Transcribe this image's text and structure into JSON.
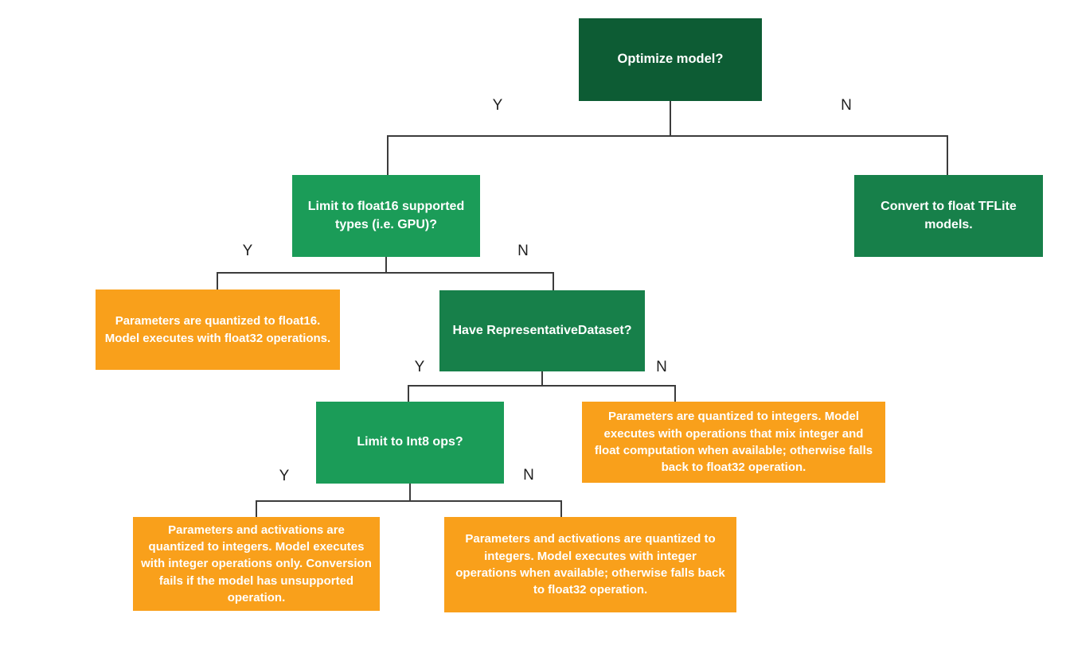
{
  "diagram": {
    "type": "decision-tree",
    "background": "#ffffff",
    "colors": {
      "question_dark_green": "#0d5c34",
      "question_medium_green": "#17804a",
      "question_light_green": "#1b9c58",
      "result_orange": "#f9a01b",
      "connector_line": "#3c3c3c",
      "node_text": "#ffffff",
      "branch_label_text": "#1f1f1f"
    },
    "nodes": {
      "optimize": {
        "label": "Optimize model?"
      },
      "float16": {
        "label": "Limit to float16 supported types (i.e. GPU)?"
      },
      "convert_float": {
        "label": "Convert to float TFLite models."
      },
      "float16_result": {
        "label": "Parameters are quantized to float16. Model executes with float32 operations."
      },
      "rep_dataset": {
        "label": "Have RepresentativeDataset?"
      },
      "int8": {
        "label": "Limit to Int8 ops?"
      },
      "dynamic_range_result": {
        "label": "Parameters are quantized to integers. Model executes with operations that mix integer and float computation when available; otherwise falls back to float32 operation."
      },
      "full_int_result": {
        "label": "Parameters and activations are quantized to integers. Model executes with integer operations only. Conversion fails if the model has unsupported operation."
      },
      "int_fallback_result": {
        "label": "Parameters and activations are quantized to integers. Model executes with integer operations when available; otherwise falls back to float32 operation."
      }
    },
    "edges": [
      {
        "from": "optimize",
        "to": "float16",
        "label": "Y"
      },
      {
        "from": "optimize",
        "to": "convert_float",
        "label": "N"
      },
      {
        "from": "float16",
        "to": "float16_result",
        "label": "Y"
      },
      {
        "from": "float16",
        "to": "rep_dataset",
        "label": "N"
      },
      {
        "from": "rep_dataset",
        "to": "int8",
        "label": "Y"
      },
      {
        "from": "rep_dataset",
        "to": "dynamic_range_result",
        "label": "N"
      },
      {
        "from": "int8",
        "to": "full_int_result",
        "label": "Y"
      },
      {
        "from": "int8",
        "to": "int_fallback_result",
        "label": "N"
      }
    ]
  }
}
